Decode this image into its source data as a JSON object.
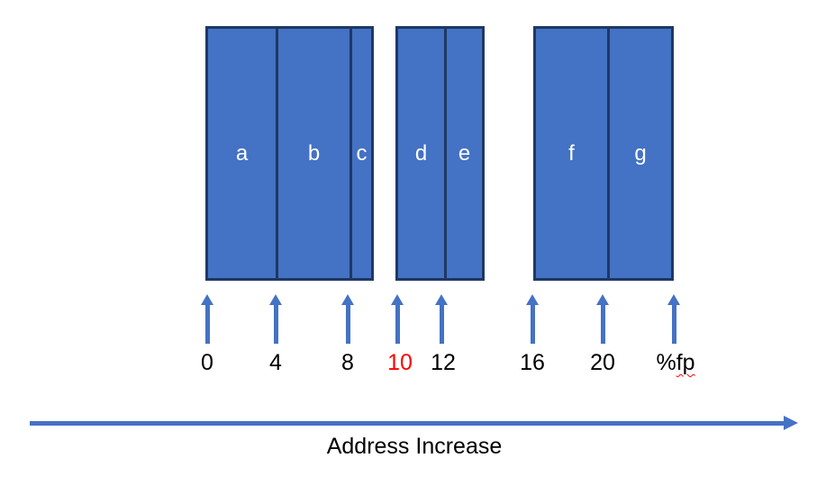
{
  "diagram": {
    "blocks": [
      {
        "name": "group-abc",
        "cells": [
          {
            "label": "a"
          },
          {
            "label": "b"
          },
          {
            "label": "c"
          }
        ]
      },
      {
        "name": "group-de",
        "cells": [
          {
            "label": "d"
          },
          {
            "label": "e"
          }
        ]
      },
      {
        "name": "group-fg",
        "cells": [
          {
            "label": "f"
          },
          {
            "label": "g"
          }
        ]
      }
    ],
    "address_markers": [
      {
        "value": "0",
        "color": "#000000"
      },
      {
        "value": "4",
        "color": "#000000"
      },
      {
        "value": "8",
        "color": "#000000"
      },
      {
        "value": "10",
        "color": "#FF0000"
      },
      {
        "value": "12",
        "color": "#000000"
      },
      {
        "value": "16",
        "color": "#000000"
      },
      {
        "value": "20",
        "color": "#000000"
      },
      {
        "prefix": "%",
        "word": "fp",
        "color": "#000000",
        "misspell_underline": true
      }
    ],
    "axis_caption": "Address Increase",
    "colors": {
      "block_fill": "#4472C4",
      "block_border": "#1F3864",
      "arrow": "#4472C4",
      "marker_highlight": "#FF0000",
      "text": "#000000",
      "cell_label": "#FFFFFF"
    }
  }
}
